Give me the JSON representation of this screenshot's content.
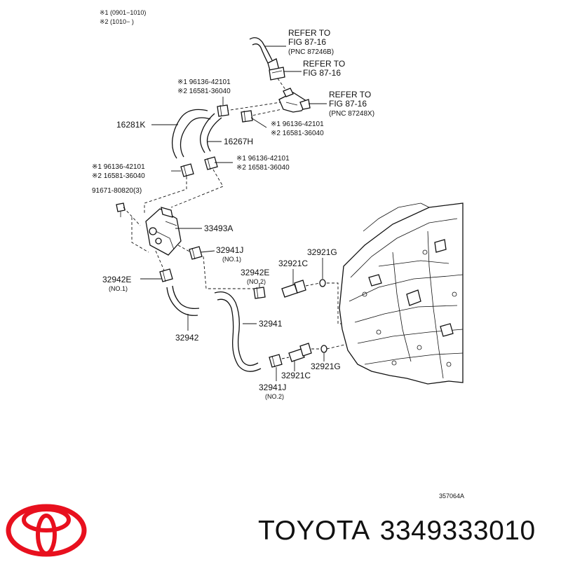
{
  "notes": {
    "note1": "※1 (0901−1010)",
    "note2": "※2 (1010−        )"
  },
  "callouts": {
    "refer_a": [
      "REFER TO",
      "FIG 87-16",
      "(PNC 87246B)"
    ],
    "refer_b": [
      "REFER TO",
      "FIG 87-16"
    ],
    "refer_c": [
      "REFER TO",
      "FIG 87-16",
      "(PNC 87248X)"
    ],
    "clamp_upper_left": [
      "※1 96136-42101",
      "※2 16581-36040"
    ],
    "clamp_upper_right": [
      "※1 96136-42101",
      "※2 16581-36040"
    ],
    "clamp_mid_left": [
      "※1 96136-42101",
      "※2 16581-36040"
    ],
    "clamp_mid_right": [
      "※1 96136-42101",
      "※2 16581-36040"
    ],
    "hose_16281k": "16281K",
    "hose_16267h": "16267H",
    "bolt_91671": "91671-80820(3)",
    "cooler_33493a": "33493A",
    "clamp_32941j_no1": [
      "32941J",
      "(NO.1)"
    ],
    "clamp_32942e_no2": [
      "32942E",
      "(NO.2)"
    ],
    "union_32921c_top": "32921C",
    "gasket_32921g_top": "32921G",
    "clamp_32942e_no1": [
      "32942E",
      "(NO.1)"
    ],
    "hose_32941": "32941",
    "hose_32942": "32942",
    "gasket_32921g_bottom": "32921G",
    "union_32921c_bottom": "32921C",
    "clamp_32941j_no2": [
      "32941J",
      "(NO.2)"
    ]
  },
  "figure_code": "357064A",
  "footer": {
    "brand": "TOYOTA",
    "part_number": "3349333010"
  },
  "colors": {
    "logo": "#e8101e",
    "line": "#111111"
  }
}
